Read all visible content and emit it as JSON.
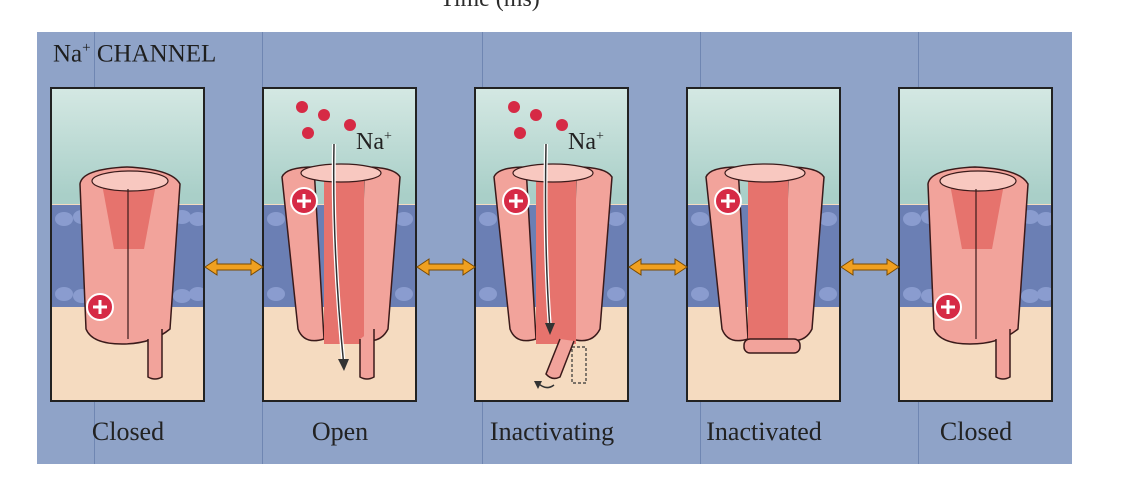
{
  "top_cut_text": "Time (ms)",
  "heading": {
    "main": "Na",
    "sup": "+",
    "rest": " CHANNEL"
  },
  "ion_label": {
    "main": "Na",
    "sup": "+"
  },
  "states": [
    {
      "label": "Closed"
    },
    {
      "label": "Open"
    },
    {
      "label": "Inactivating"
    },
    {
      "label": "Inactivated"
    },
    {
      "label": "Closed"
    }
  ],
  "colors": {
    "background": "#8fa3c8",
    "extracellular": "#a9cfc8",
    "membrane": "#6b7fb4",
    "cytoplasm": "#f5dbc0",
    "channel": "#f2a39b",
    "channel_dark": "#e6736d",
    "charge": "#d62a45",
    "arrow": "#f0a020"
  }
}
